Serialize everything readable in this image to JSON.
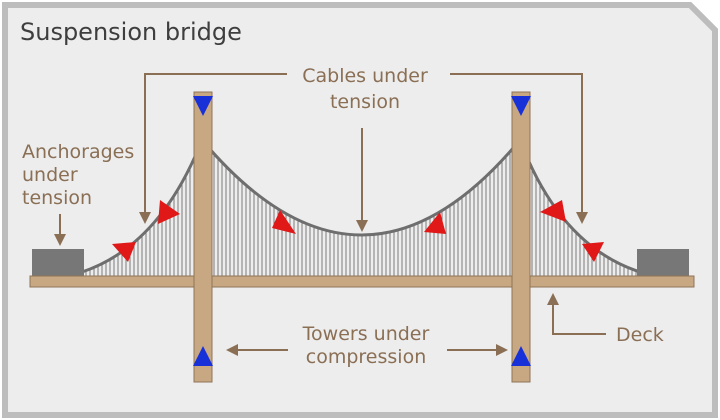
{
  "diagram": {
    "title": "Suspension bridge",
    "labels": {
      "cables_line1": "Cables under",
      "cables_line2": "tension",
      "anchorages_line1": "Anchorages",
      "anchorages_line2": "under",
      "anchorages_line3": "tension",
      "towers_line1": "Towers under",
      "towers_line2": "compression",
      "deck": "Deck"
    },
    "colors": {
      "panel_background": "#ededed",
      "panel_border": "#bdbdbd",
      "title": "#3e3e3e",
      "label": "#8a6f55",
      "leader_line": "#8a6f55",
      "tower": "#c7a882",
      "tower_outline": "#8f7456",
      "deck": "#c7a882",
      "cable": "#6e6e6e",
      "hanger": "#7a7a7a",
      "anchorage": "#777777",
      "tension_arrow": "#e01818",
      "compression_arrow": "#1830d8"
    },
    "icons": {
      "tension": "red-triangle-arrow-icon",
      "compression": "blue-triangle-arrow-icon"
    }
  }
}
